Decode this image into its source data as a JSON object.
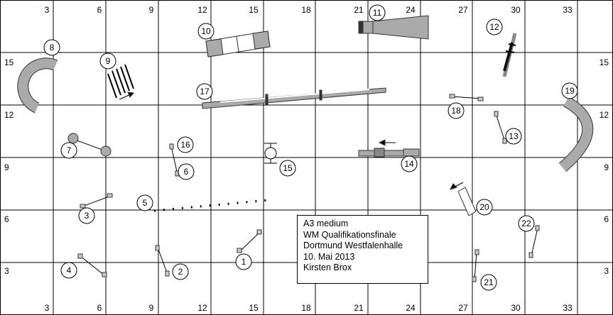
{
  "course": {
    "lines": [
      "A3 medium",
      "WM Qualifikationsfinale",
      "Dortmund Westfalenhalle",
      "10. Mai 2013",
      "Kirsten Brox"
    ]
  },
  "axes": {
    "top": [
      "3",
      "6",
      "9",
      "12",
      "15",
      "18",
      "21",
      "24",
      "27",
      "30",
      "33"
    ],
    "bottom": [
      "3",
      "6",
      "9",
      "12",
      "15",
      "18",
      "21",
      "24",
      "27",
      "30",
      "33"
    ],
    "left": [
      "15",
      "12",
      "9",
      "6",
      "3"
    ],
    "right": [
      "15",
      "12",
      "9",
      "6",
      "3"
    ]
  },
  "obstacles": [
    "1",
    "2",
    "3",
    "4",
    "5",
    "6",
    "7",
    "8",
    "9",
    "10",
    "11",
    "12",
    "13",
    "14",
    "15",
    "16",
    "17",
    "18",
    "19",
    "20",
    "21",
    "22"
  ],
  "colors": {
    "equipment": "#aaaaaa",
    "dark": "#333333",
    "grid": "#000000"
  }
}
